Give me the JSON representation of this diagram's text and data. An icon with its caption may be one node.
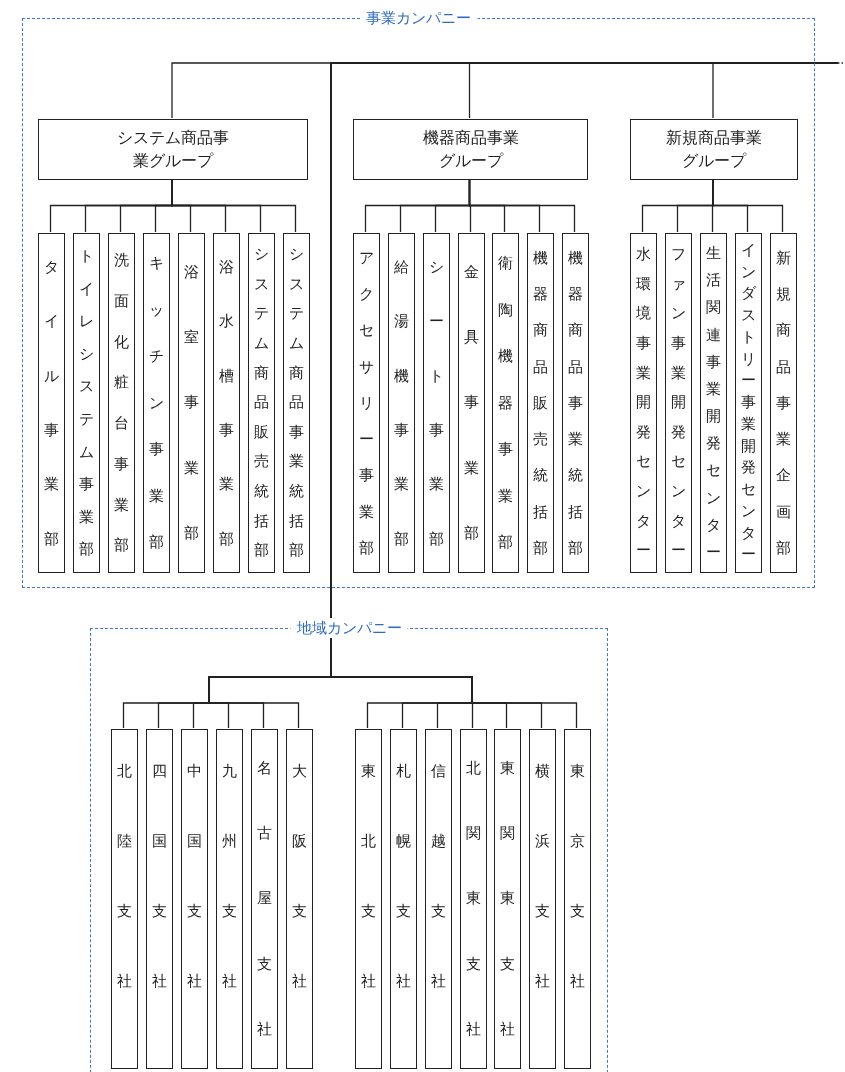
{
  "diagram": {
    "nodes": [
      {
        "text": [
          "事業カンパニー"
        ]
      },
      {
        "text": [
          "システム商品事業グループ"
        ],
        "in": 0
      },
      {
        "text": [
          "機器商品事業グループ"
        ],
        "in": 0
      },
      {
        "text": [
          "新規商品事業グループ"
        ],
        "in": 0
      },
      {
        "text": [
          "タイル事業部"
        ],
        "in": 0
      },
      {
        "text": [
          "トイレシステム事業部"
        ],
        "in": 0
      },
      {
        "text": [
          "洗面化粧台事業部"
        ],
        "in": 0
      },
      {
        "text": [
          "キッチン事業部"
        ],
        "in": 0
      },
      {
        "text": [
          "浴室事業部"
        ],
        "in": 0
      },
      {
        "text": [
          "浴水槽事業部"
        ],
        "in": 0
      },
      {
        "text": [
          "システム商品販売統括部"
        ],
        "in": 0
      },
      {
        "text": [
          "システム商品事業統括部"
        ],
        "in": 0
      },
      {
        "text": [
          "アクセサリー事業部"
        ],
        "in": 0
      },
      {
        "text": [
          "給湯機事業部"
        ],
        "in": 0
      },
      {
        "text": [
          "シート事業部"
        ],
        "in": 0
      },
      {
        "text": [
          "金具事業部"
        ],
        "in": 0
      },
      {
        "text": [
          "衛陶機器事業部"
        ],
        "in": 0
      },
      {
        "text": [
          "機器商品販売統括部"
        ],
        "in": 0
      },
      {
        "text": [
          "機器商品事業統括部"
        ],
        "in": 0
      },
      {
        "text": [
          "水環境事業開発センター"
        ],
        "in": 0
      },
      {
        "text": [
          "ファン事業開発センター"
        ],
        "in": 0
      },
      {
        "text": [
          "生活関連事業開発センター"
        ],
        "in": 0
      },
      {
        "text": [
          "インダストリー事業開発センター"
        ],
        "in": 0
      },
      {
        "text": [
          "新規商品事業企画部"
        ],
        "in": 0
      },
      {
        "text": [
          "地域カンパニー"
        ]
      },
      {
        "text": [
          "北陸支社"
        ],
        "in": 24
      },
      {
        "text": [
          "四国支社"
        ],
        "in": 24
      },
      {
        "text": [
          "中国支社"
        ],
        "in": 24
      },
      {
        "text": [
          "九州支社"
        ],
        "in": 24
      },
      {
        "text": [
          "名古屋支社"
        ],
        "in": 24
      },
      {
        "text": [
          "大阪支社"
        ],
        "in": 24
      },
      {
        "text": [
          "東北支社"
        ],
        "in": 24
      },
      {
        "text": [
          "札幌支社"
        ],
        "in": 24
      },
      {
        "text": [
          "信越支社"
        ],
        "in": 24
      },
      {
        "text": [
          "北関東支社"
        ],
        "in": 24
      },
      {
        "text": [
          "東関東支社"
        ],
        "in": 24
      },
      {
        "text": [
          "横浜支社"
        ],
        "in": 24
      },
      {
        "text": [
          "東京支社"
        ],
        "in": 24
      }
    ],
    "edges": [
      {
        "from": null,
        "to": 1,
        "arrow": "none"
      },
      {
        "from": null,
        "to": 2,
        "arrow": "none"
      },
      {
        "from": null,
        "to": 3,
        "arrow": "none"
      },
      {
        "from": 1,
        "to": 4,
        "arrow": "none"
      },
      {
        "from": 1,
        "to": 5,
        "arrow": "none"
      },
      {
        "from": 1,
        "to": 6,
        "arrow": "none"
      },
      {
        "from": 1,
        "to": 7,
        "arrow": "none"
      },
      {
        "from": 1,
        "to": 8,
        "arrow": "none"
      },
      {
        "from": 1,
        "to": 9,
        "arrow": "none"
      },
      {
        "from": 1,
        "to": 10,
        "arrow": "none"
      },
      {
        "from": 1,
        "to": 11,
        "arrow": "none"
      },
      {
        "from": 2,
        "to": 12,
        "arrow": "none"
      },
      {
        "from": 2,
        "to": 13,
        "arrow": "none"
      },
      {
        "from": 2,
        "to": 14,
        "arrow": "none"
      },
      {
        "from": 2,
        "to": 15,
        "arrow": "none"
      },
      {
        "from": 2,
        "to": 16,
        "arrow": "none"
      },
      {
        "from": 2,
        "to": 17,
        "arrow": "none"
      },
      {
        "from": 2,
        "to": 18,
        "arrow": "none"
      },
      {
        "from": 3,
        "to": 19,
        "arrow": "none"
      },
      {
        "from": 3,
        "to": 20,
        "arrow": "none"
      },
      {
        "from": 3,
        "to": 21,
        "arrow": "none"
      },
      {
        "from": 3,
        "to": 22,
        "arrow": "none"
      },
      {
        "from": 3,
        "to": 23,
        "arrow": "none"
      },
      {
        "from": null,
        "to": 25,
        "arrow": "none"
      },
      {
        "from": null,
        "to": 26,
        "arrow": "none"
      },
      {
        "from": null,
        "to": 27,
        "arrow": "none"
      },
      {
        "from": null,
        "to": 28,
        "arrow": "none"
      },
      {
        "from": null,
        "to": 29,
        "arrow": "none"
      },
      {
        "from": null,
        "to": 30,
        "arrow": "none"
      },
      {
        "from": null,
        "to": 31,
        "arrow": "none"
      },
      {
        "from": null,
        "to": 32,
        "arrow": "none"
      },
      {
        "from": null,
        "to": 33,
        "arrow": "none"
      },
      {
        "from": null,
        "to": 34,
        "arrow": "none"
      },
      {
        "from": null,
        "to": 35,
        "arrow": "none"
      },
      {
        "from": null,
        "to": 36,
        "arrow": "none"
      },
      {
        "from": null,
        "to": 37,
        "arrow": "none"
      }
    ]
  }
}
